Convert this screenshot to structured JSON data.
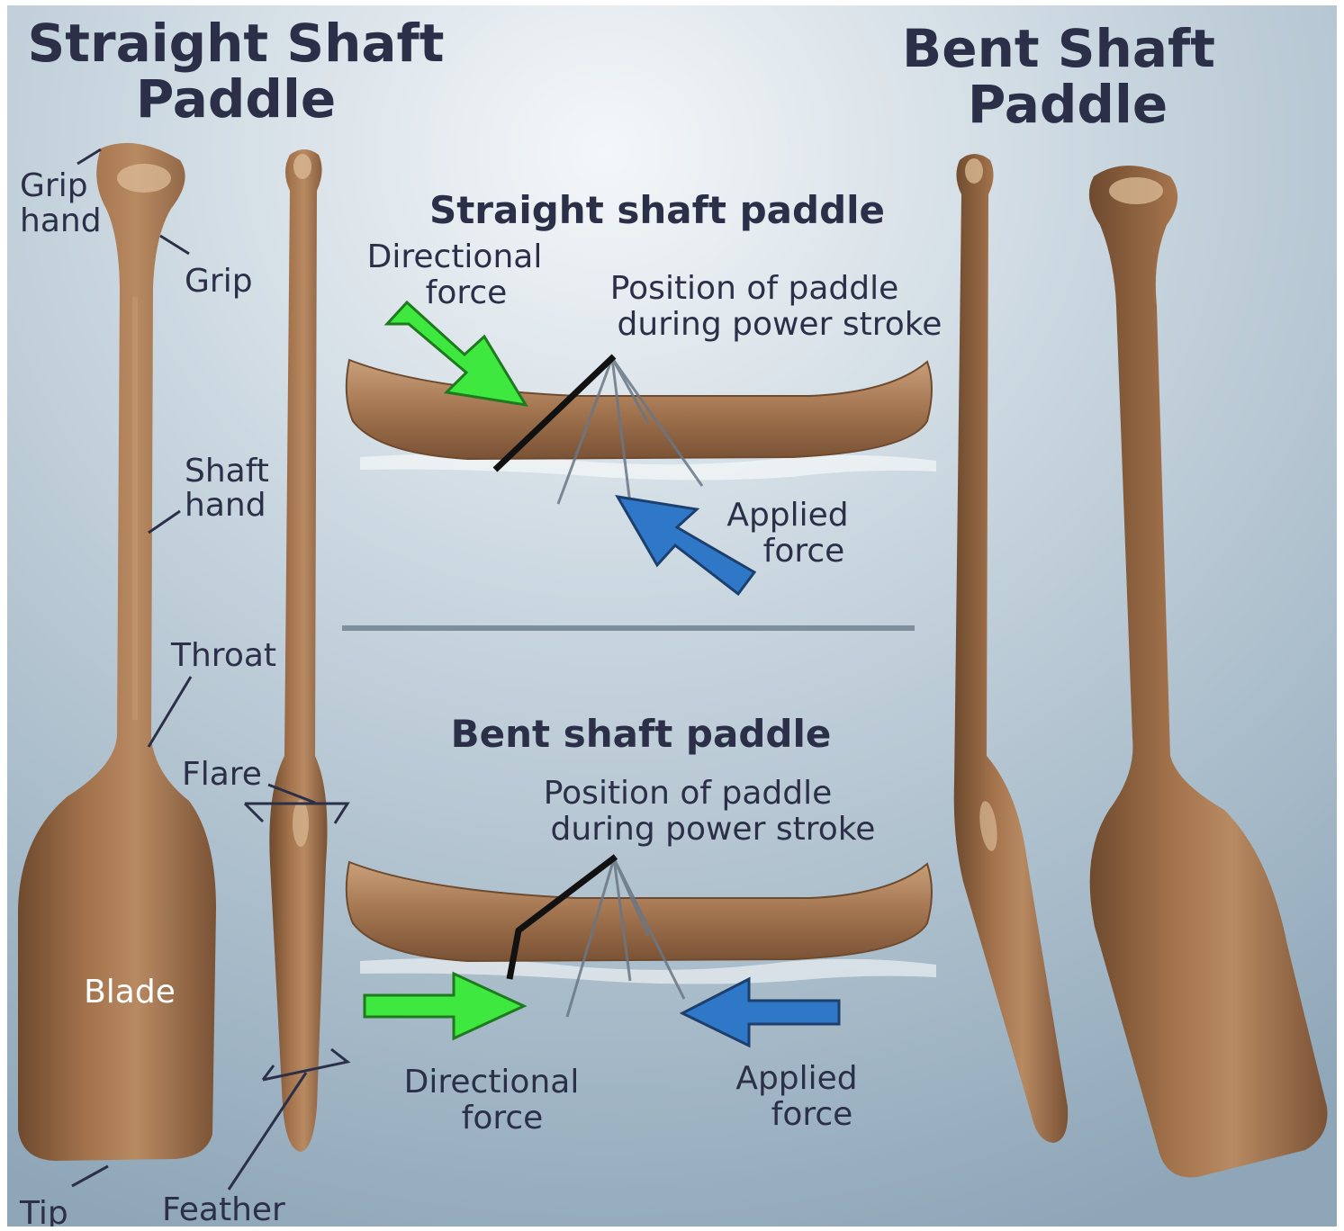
{
  "left_title": {
    "line1": "Straight Shaft",
    "line2": "Paddle"
  },
  "right_title": {
    "line1": "Bent Shaft",
    "line2": "Paddle"
  },
  "parts": {
    "grip_hand": [
      "Grip",
      "hand"
    ],
    "grip": "Grip",
    "shaft_hand": [
      "Shaft",
      "hand"
    ],
    "throat": "Throat",
    "flare": "Flare",
    "blade": "Blade",
    "tip": "Tip",
    "feather": "Feather"
  },
  "straight_diagram": {
    "title": "Straight shaft paddle",
    "directional": [
      "Directional",
      "force"
    ],
    "position": [
      "Position of paddle",
      "during power stroke"
    ],
    "applied": [
      "Applied",
      "force"
    ]
  },
  "bent_diagram": {
    "title": "Bent shaft paddle",
    "position": [
      "Position of paddle",
      "during power stroke"
    ],
    "directional": [
      "Directional",
      "force"
    ],
    "applied": [
      "Applied",
      "force"
    ]
  },
  "colors": {
    "wood": "#9a6a45",
    "wood_light": "#c9a07a",
    "wood_dark": "#6e4a2e",
    "directional_arrow": "#3ee83e",
    "applied_arrow": "#2f78c8",
    "text": "#2b3048"
  }
}
